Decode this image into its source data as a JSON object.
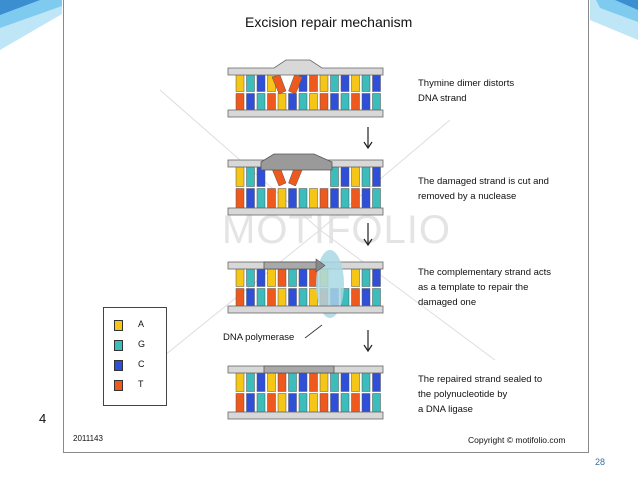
{
  "title": "Excision repair mechanism",
  "watermark": "MOTIFOLIO",
  "steps": [
    {
      "lines": [
        "Thymine dimer distorts",
        "DNA strand"
      ]
    },
    {
      "lines": [
        "The damaged strand is cut and",
        "removed by a nuclease"
      ]
    },
    {
      "lines": [
        "The complementary strand acts",
        "as a template to repair the",
        "damaged one"
      ]
    },
    {
      "lines": [
        "The repaired strand sealed to",
        "the polynucleotide by",
        "a DNA ligase"
      ]
    }
  ],
  "legend": [
    {
      "label": "A",
      "color": "#f5c518"
    },
    {
      "label": "G",
      "color": "#3dbcbc"
    },
    {
      "label": "C",
      "color": "#2f4fd8"
    },
    {
      "label": "T",
      "color": "#ee5a1e"
    }
  ],
  "polymerase_label": "DNA polymerase",
  "figure_code": "2011143",
  "copyright": "Copyright © motifolio.com",
  "slide_number": "4",
  "page_number": "28",
  "colors": {
    "backbone": "#d8d8d8",
    "new_strand": "#a9a9a9",
    "polymerase": "#a8d8e4",
    "deco_blue": "#3b8fd0",
    "deco_light": "#bfe6f7"
  }
}
